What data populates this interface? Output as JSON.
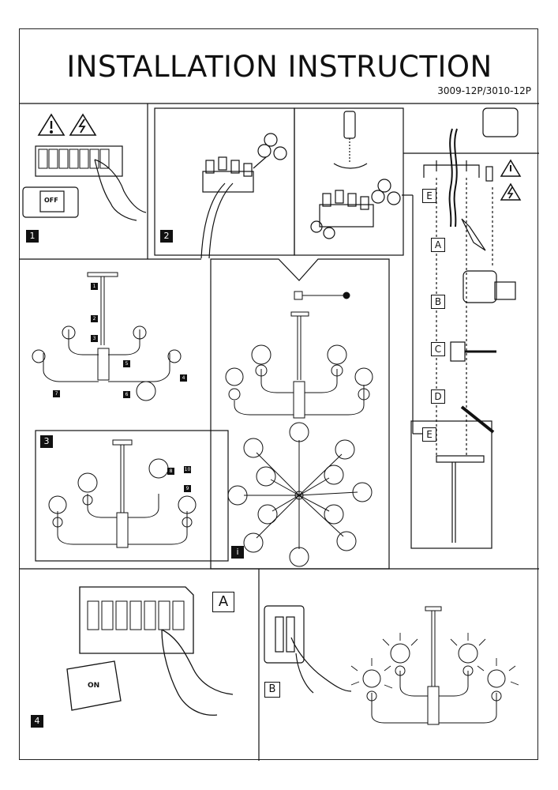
{
  "header": {
    "title": "INSTALLATION INSTRUCTION",
    "model": "3009-12P/3010-12P"
  },
  "steps": {
    "step1": "1",
    "step2": "2",
    "step3": "3",
    "step4": "4",
    "info": "i"
  },
  "detail_labels": {
    "a": "A",
    "b": "B",
    "c": "C",
    "d": "D",
    "e_top": "E",
    "e_bottom": "E"
  },
  "step4_labels": {
    "a": "A",
    "b": "B"
  },
  "switch_text": {
    "off": "OFF",
    "on": "ON"
  },
  "part_numbers": [
    "1",
    "2",
    "3",
    "4",
    "5",
    "6",
    "7",
    "8",
    "9",
    "10"
  ],
  "icons": [
    "warning-icon",
    "electric-hazard-icon",
    "screwdriver-icon",
    "drill-icon",
    "hammer-icon",
    "tools-not-included-icon"
  ]
}
